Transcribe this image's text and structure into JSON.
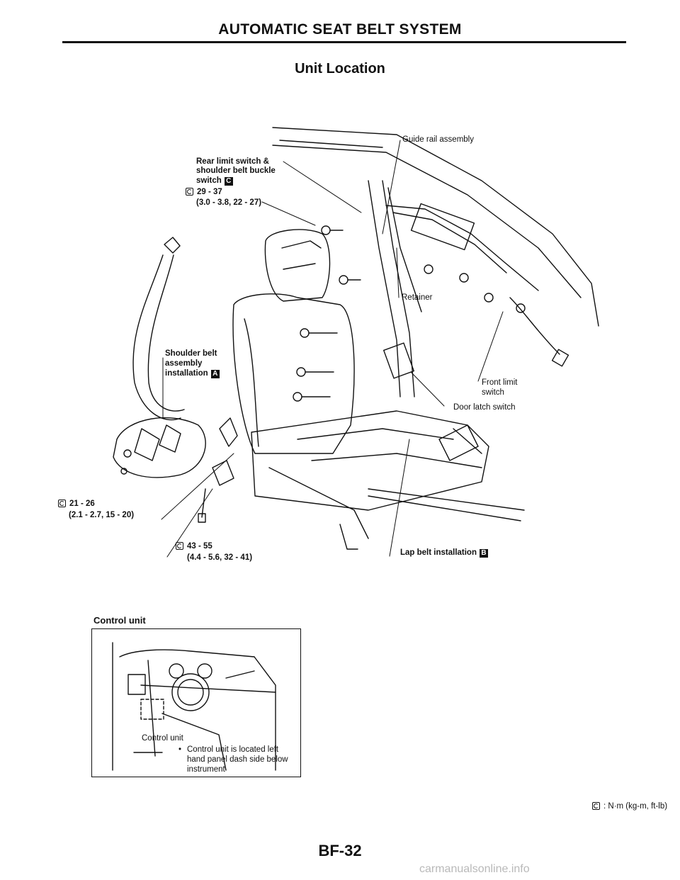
{
  "header": {
    "title": "AUTOMATIC SEAT BELT SYSTEM"
  },
  "section": {
    "title": "Unit Location"
  },
  "labels": {
    "guide_rail": "Guide rail assembly",
    "rear_limit_1": "Rear limit switch &",
    "rear_limit_2": "shoulder belt buckle",
    "rear_limit_3": "switch",
    "rear_limit_letter": "C",
    "torque_rear_1": "29 - 37",
    "torque_rear_2": "(3.0 - 3.8, 22 - 27)",
    "retainer": "Retainer",
    "shoulder_1": "Shoulder belt",
    "shoulder_2": "assembly",
    "shoulder_3": "installation",
    "shoulder_letter": "A",
    "front_limit_1": "Front limit",
    "front_limit_2": "switch",
    "door_latch": "Door latch switch",
    "torque_lower_left_1": "21 - 26",
    "torque_lower_left_2": "(2.1 - 2.7, 15 - 20)",
    "torque_bottom_1": "43 - 55",
    "torque_bottom_2": "(4.4 - 5.6, 32 - 41)",
    "lap_belt": "Lap belt installation",
    "lap_belt_letter": "B"
  },
  "control_unit": {
    "title": "Control unit",
    "callout": "Control unit",
    "note_1": "Control unit is located left",
    "note_2": "hand panel dash side below",
    "note_3": "instrument"
  },
  "legend": {
    "text": ": N·m (kg-m, ft-lb)"
  },
  "footer": {
    "page": "BF-32"
  },
  "watermark": {
    "text": "carmanualsonline.info"
  },
  "icons": {
    "torque": "torque-wrench-icon"
  }
}
